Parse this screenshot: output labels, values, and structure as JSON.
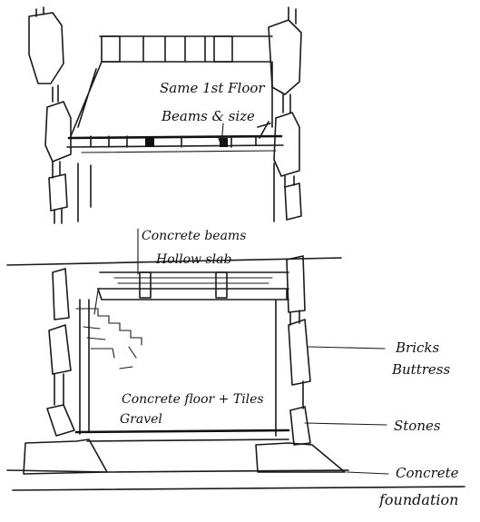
{
  "labels": {
    "upper_note_line1": "Same 1st Floor",
    "upper_note_line2": "Beams & size",
    "concrete_beams": "Concrete beams",
    "hollow_slab": "Hollow slab",
    "bricks": "Bricks",
    "buttress": "Buttress",
    "floor": "Concrete floor + Tiles",
    "gravel": "Gravel",
    "stones": "Stones",
    "concrete": "Concrete",
    "foundation": "foundation"
  },
  "colors": {
    "ink": "#1a1a1a",
    "paper": "#ffffff"
  }
}
